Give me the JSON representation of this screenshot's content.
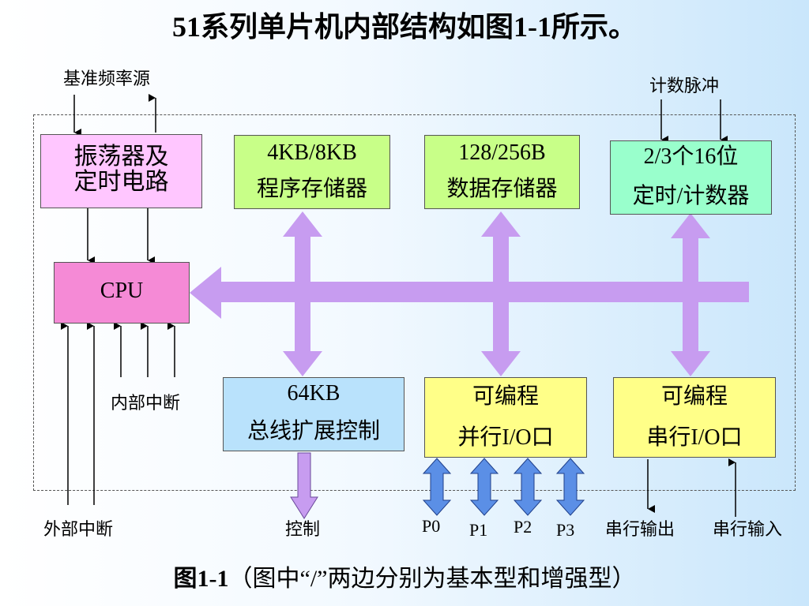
{
  "title": "51系列单片机内部结构如图1-1所示。",
  "colors": {
    "bus": "#c79cf0",
    "oscillator": "#ffc6ff",
    "memory": "#c8ff88",
    "timer": "#99ffcc",
    "cpu": "#f58ad6",
    "bus_ctrl": "#b9e2fc",
    "io": "#ffff88",
    "port_arrow": "#5b8fe6"
  },
  "labels": {
    "ref_clock": "基准频率源",
    "count_pulse": "计数脉冲",
    "internal_interrupt": "内部中断",
    "external_interrupt": "外部中断",
    "control": "控制",
    "p0": "P0",
    "p1": "P1",
    "p2": "P2",
    "p3": "P3",
    "serial_out": "串行输出",
    "serial_in": "串行输入"
  },
  "boxes": {
    "oscillator": {
      "line1": "振荡器及",
      "line2": "定时电路"
    },
    "program_memory": {
      "line1": "4KB/8KB",
      "line2": "程序存储器"
    },
    "data_memory": {
      "line1": "128/256B",
      "line2": "数据存储器"
    },
    "timer": {
      "line1": "2/3个16位",
      "line2": "定时/计数器"
    },
    "cpu": {
      "line1": "CPU"
    },
    "bus_control": {
      "line1": "64KB",
      "line2": "总线扩展控制"
    },
    "parallel_io": {
      "line1": "可编程",
      "line2": "并行I/O口"
    },
    "serial_io": {
      "line1": "可编程",
      "line2": "串行I/O口"
    }
  },
  "caption": {
    "figure": "图1-1",
    "text": "（图中“/”两边分别为基本型和增强型）"
  }
}
